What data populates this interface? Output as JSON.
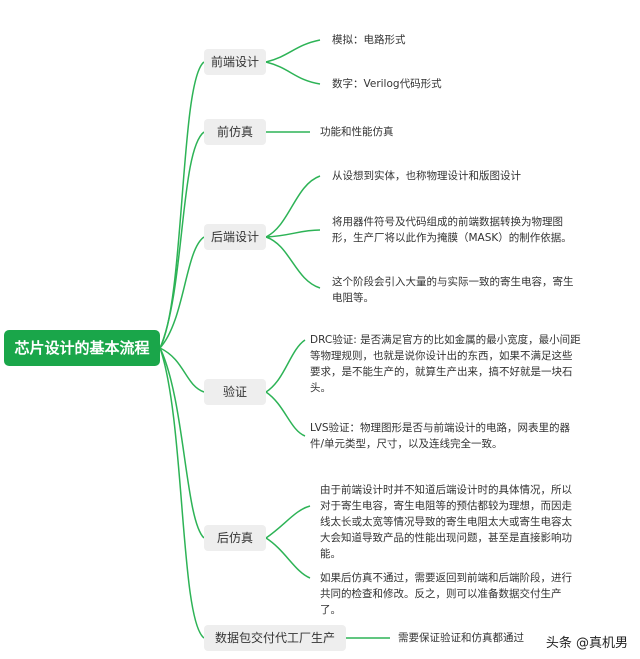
{
  "root": {
    "label": "芯片设计的基本流程"
  },
  "branches": [
    {
      "label": "前端设计",
      "children": [
        "模拟：电路形式",
        "数字：Verilog代码形式"
      ]
    },
    {
      "label": "前仿真",
      "children": [
        "功能和性能仿真"
      ]
    },
    {
      "label": "后端设计",
      "children": [
        "从设想到实体，也称物理设计和版图设计",
        "将用器件符号及代码组成的前端数据转换为物理图形，生产厂将以此作为掩膜（MASK）的制作依据。",
        "这个阶段会引入大量的与实际一致的寄生电容，寄生电阻等。"
      ]
    },
    {
      "label": "验证",
      "children": [
        "DRC验证: 是否满足官方的比如金属的最小宽度，最小间距等物理规则，也就是说你设计出的东西，如果不满足这些要求，是不能生产的，就算生产出来，搞不好就是一块石头。",
        "LVS验证：物理图形是否与前端设计的电路，网表里的器件/单元类型，尺寸，以及连线完全一致。"
      ]
    },
    {
      "label": "后仿真",
      "children": [
        "由于前端设计时并不知道后端设计时的具体情况，所以对于寄生电容，寄生电阻等的预估都较为理想，而因走线太长或太宽等情况导致的寄生电阻太大或寄生电容太大会知道导致产品的性能出现问题，甚至是直接影响功能。",
        "如果后仿真不通过，需要返回到前端和后端阶段，进行共同的检查和修改。反之，则可以准备数据交付生产了。"
      ]
    },
    {
      "label": "数据包交付代工厂生产",
      "children": [
        "需要保证验证和仿真都通过"
      ]
    }
  ],
  "watermark": "头条 @真机男",
  "colors": {
    "accent": "#1aa64a",
    "node_bg": "#eeeeee",
    "line": "#2db356"
  }
}
